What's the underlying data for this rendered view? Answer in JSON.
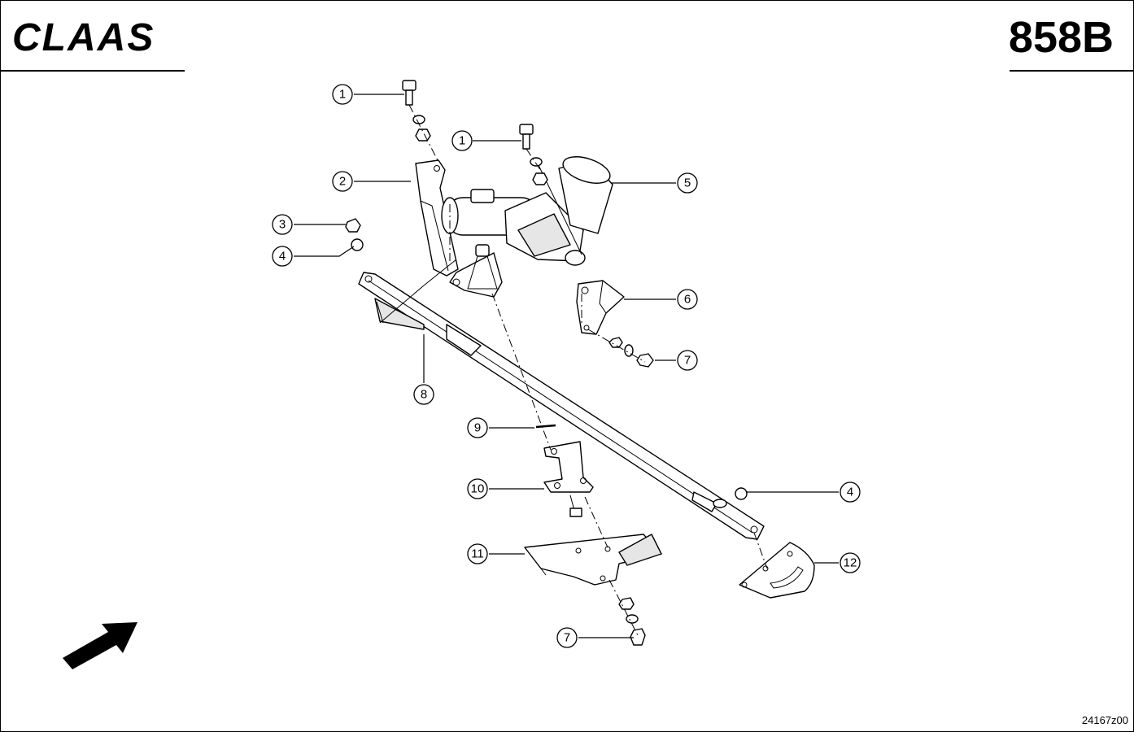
{
  "header": {
    "brand": "CLAAS",
    "page_code": "858B"
  },
  "footer": {
    "drawing_id": "24167z00"
  },
  "callouts": [
    {
      "label": "1"
    },
    {
      "label": "1"
    },
    {
      "label": "2"
    },
    {
      "label": "3"
    },
    {
      "label": "4"
    },
    {
      "label": "4"
    },
    {
      "label": "5"
    },
    {
      "label": "6"
    },
    {
      "label": "7"
    },
    {
      "label": "7"
    },
    {
      "label": "8"
    },
    {
      "label": "9"
    },
    {
      "label": "10"
    },
    {
      "label": "11"
    },
    {
      "label": "12"
    }
  ],
  "icons": {
    "direction_arrow": "direction-arrow-icon"
  }
}
